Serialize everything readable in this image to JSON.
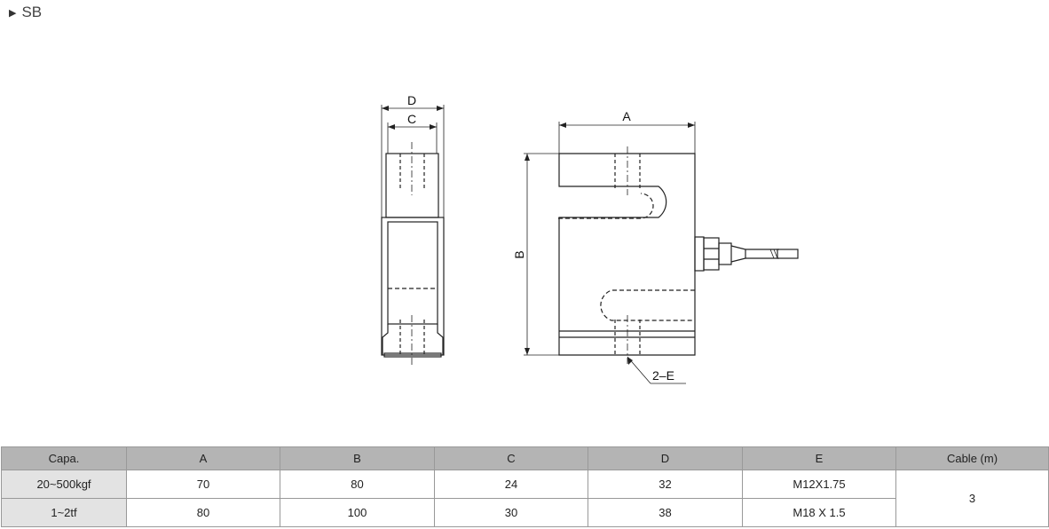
{
  "heading": {
    "marker_icon": "triangle-right-icon",
    "title": "SB"
  },
  "drawing": {
    "labels": {
      "a": "A",
      "b": "B",
      "c": "C",
      "d": "D",
      "e": "2–E"
    }
  },
  "table": {
    "headers": [
      "Capa.",
      "A",
      "B",
      "C",
      "D",
      "E",
      "Cable (m)"
    ],
    "rows": [
      {
        "capa": "20~500kgf",
        "a": "70",
        "b": "80",
        "c": "24",
        "d": "32",
        "e": "M12X1.75"
      },
      {
        "capa": "1~2tf",
        "a": "80",
        "b": "100",
        "c": "30",
        "d": "38",
        "e": "M18 X 1.5"
      }
    ],
    "cable": "3"
  }
}
